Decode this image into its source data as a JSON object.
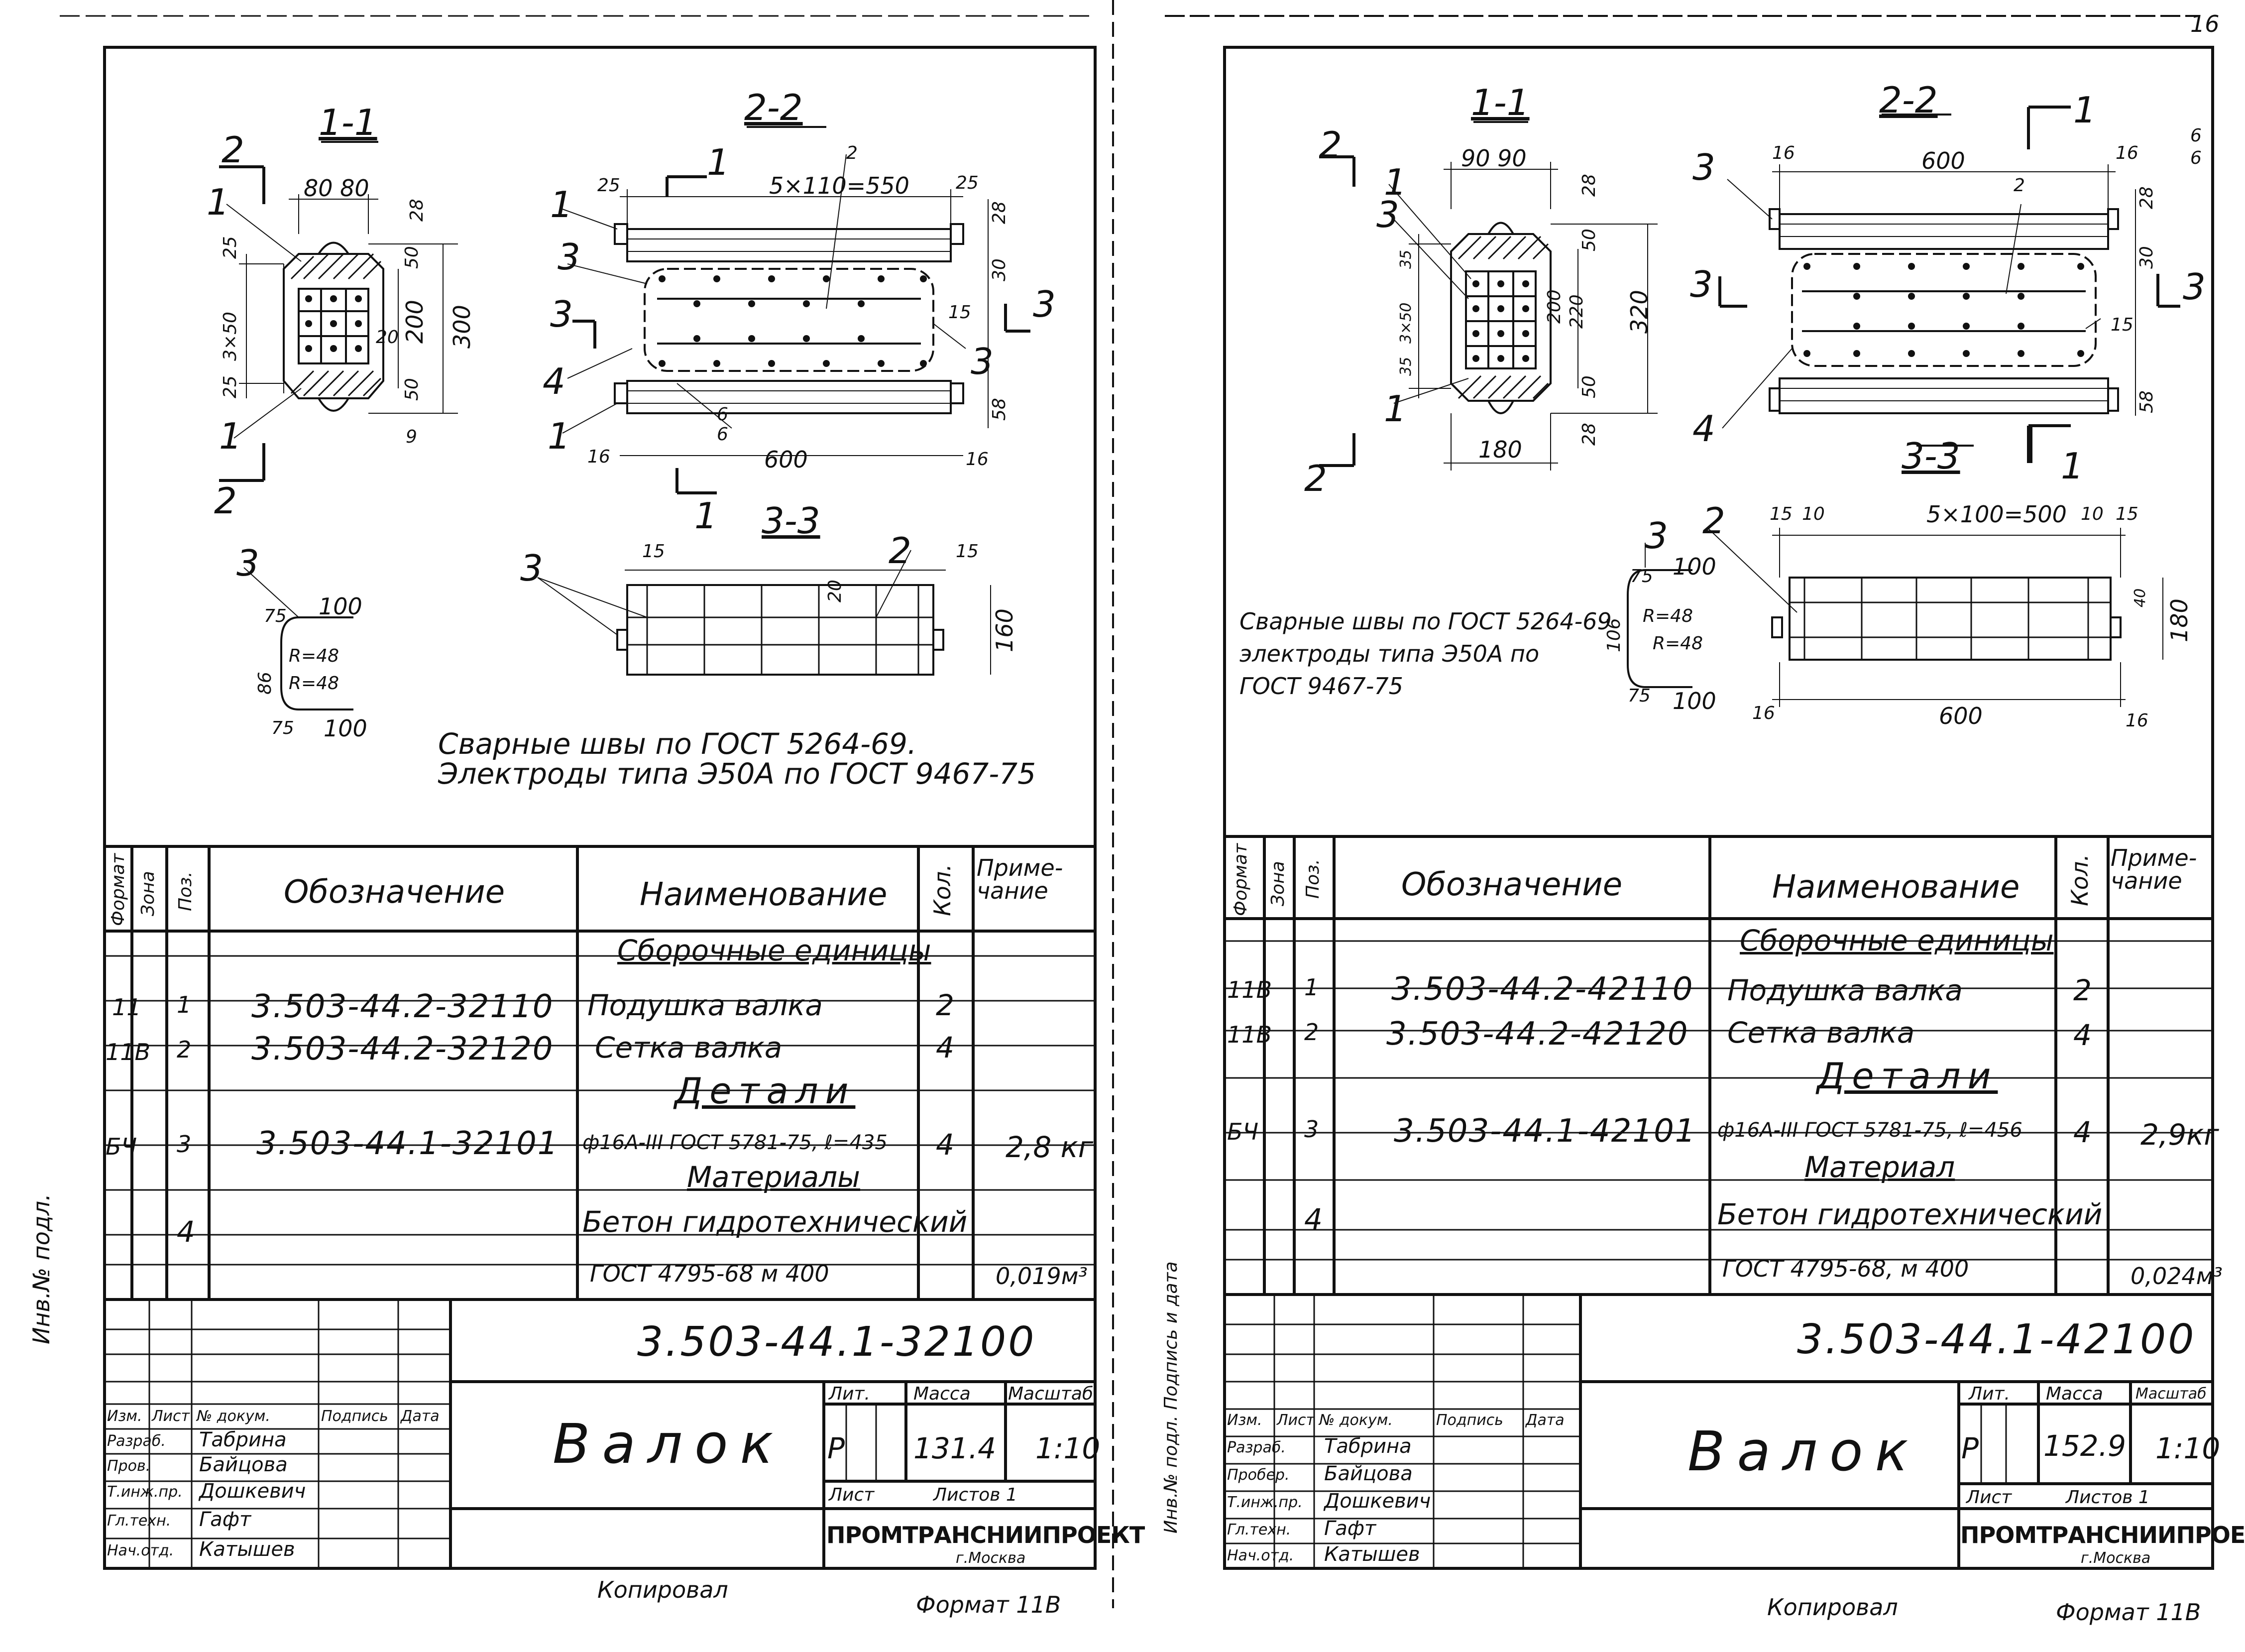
{
  "page_number": "16",
  "sheets": [
    {
      "id": "left",
      "sections": {
        "s11": "1-1",
        "s22": "2-2",
        "s33": "3-3",
        "cut2a": "2",
        "cut2b": "2",
        "cut1a": "1",
        "cut1b": "1",
        "cut3a": "3",
        "cut3b": "3"
      },
      "dims": {
        "d11_top": "80  80",
        "d11_h1": "300",
        "d11_h2": "200",
        "d11_side": "3×50",
        "d11_25a": "25",
        "d11_25b": "25",
        "d11_28": "28",
        "d11_50a": "50",
        "d11_50b": "50",
        "d11_20": "20",
        "d11_9": "9",
        "d22_top": "5×110=550",
        "d22_25a": "25",
        "d22_25b": "25",
        "d22_600": "600",
        "d22_16": "16",
        "d22_15": "15",
        "d22_28": "28",
        "d22_30": "30",
        "d22_58": "58",
        "d22_2": "2",
        "d22_w6a": "6",
        "d22_w6b": "6",
        "d33_15a": "15",
        "d33_15b": "15",
        "d33_20": "20",
        "d33_160": "160",
        "b_100a": "100",
        "b_100b": "100",
        "b_75a": "75",
        "b_75b": "75",
        "b_86": "86",
        "b_R1": "R=48",
        "b_R2": "R=48"
      },
      "pos_marks": {
        "p1a": "1",
        "p1b": "1",
        "p3": "3",
        "p4": "4",
        "p1c": "1",
        "p1d": "1",
        "p3b": "3",
        "p3c": "3",
        "p2": "2"
      },
      "note": [
        "Сварные швы по ГОСТ 5264-69.",
        "Электроды типа Э50А по ГОСТ 9467-75"
      ],
      "spec_headers": {
        "format": "Формат",
        "zone": "Зона",
        "pos": "Поз.",
        "designation": "Обозначение",
        "name": "Наименование",
        "qty": "Кол.",
        "note": "Приме-чание"
      },
      "spec_rows": [
        {
          "format": "",
          "pos": "",
          "designation": "",
          "name": "Сборочные единицы",
          "qty": "",
          "note": "",
          "heading": true
        },
        {
          "format": "11",
          "pos": "1",
          "designation": "3.503-44.2-32110",
          "name": "Подушка валка",
          "qty": "2",
          "note": ""
        },
        {
          "format": "11В",
          "pos": "2",
          "designation": "3.503-44.2-32120",
          "name": "Сетка валка",
          "qty": "4",
          "note": ""
        },
        {
          "format": "",
          "pos": "",
          "designation": "",
          "name": "Детали",
          "qty": "",
          "note": "",
          "heading": true
        },
        {
          "format": "БЧ",
          "pos": "3",
          "designation": "3.503-44.1-32101",
          "name": "ф16А-III ГОСТ 5781-75, ℓ=435",
          "qty": "4",
          "note": "2,8 кг"
        },
        {
          "format": "",
          "pos": "",
          "designation": "",
          "name": "Материалы",
          "qty": "",
          "note": "",
          "heading": true
        },
        {
          "format": "",
          "pos": "4",
          "designation": "",
          "name": "Бетон гидротехнический",
          "qty": "",
          "note": ""
        },
        {
          "format": "",
          "pos": "",
          "designation": "",
          "name": "ГОСТ 4795-68  м 400",
          "qty": "",
          "note": "0,019м³"
        }
      ],
      "title_block": {
        "doc_number": "3.503-44.1-32100",
        "title": "Валок",
        "lit_label": "Лит.",
        "mass_label": "Масса",
        "scale_label": "Масштаб",
        "lit": "Р",
        "mass": "131.4",
        "scale": "1:10",
        "sheet_label": "Лист",
        "sheets_label": "Листов 1",
        "org": "ПРОМТРАНСНИИПРОЕКТ",
        "city": "г.Москва",
        "col_headers": [
          "Изм.",
          "Лист",
          "№ докум.",
          "Подпись",
          "Дата"
        ],
        "people": [
          {
            "role": "Разраб.",
            "name": "Табрина"
          },
          {
            "role": "Пров.",
            "name": "Байцова"
          },
          {
            "role": "Т.инж.пр.",
            "name": "Дошкевич"
          },
          {
            "role": "Гл.техн.",
            "name": "Гафт"
          },
          {
            "role": "Нач.отд.",
            "name": "Катышев"
          }
        ]
      },
      "copied": "Копировал",
      "format": "Формат 11В",
      "side_stamp": "Инв.№ подл."
    },
    {
      "id": "right",
      "sections": {
        "s11": "1-1",
        "s22": "2-2",
        "s33": "3-3",
        "cut2a": "2",
        "cut2b": "2",
        "cut1a": "1",
        "cut1b": "1",
        "cut3a": "3",
        "cut3b": "3"
      },
      "dims": {
        "d11_top": "90  90",
        "d11_320": "320",
        "d11_220": "220",
        "d11_200": "200",
        "d11_180": "180",
        "d11_side": "3×50",
        "d11_35a": "35",
        "d11_35b": "35",
        "d11_28a": "28",
        "d11_28b": "28",
        "d11_50a": "50",
        "d11_50b": "50",
        "d22_600": "600",
        "d22_16a": "16",
        "d22_16b": "16",
        "d22_28": "28",
        "d22_30": "30",
        "d22_58": "58",
        "d22_15": "15",
        "d22_2": "2",
        "d22_w6a": "6",
        "d22_w6b": "6",
        "d33_top": "5×100=500",
        "d33_15a": "15",
        "d33_10a": "10",
        "d33_10b": "10",
        "d33_15b": "15",
        "d33_600": "600",
        "d33_16a": "16",
        "d33_16b": "16",
        "d33_40": "40",
        "d33_180": "180",
        "b_100a": "100",
        "b_100b": "100",
        "b_75a": "75",
        "b_75b": "75",
        "b_106": "106",
        "b_R1": "R=48",
        "b_R2": "R=48"
      },
      "pos_marks": {
        "p1a": "1",
        "p3": "3",
        "p1b": "1",
        "p3b": "3",
        "p4": "4",
        "p2": "2",
        "p3c": "3"
      },
      "note": [
        "Сварные швы по ГОСТ 5264-69",
        "электроды типа  Э50А по",
        "ГОСТ 9467-75"
      ],
      "spec_headers": {
        "format": "Формат",
        "zone": "Зона",
        "pos": "Поз.",
        "designation": "Обозначение",
        "name": "Наименование",
        "qty": "Кол.",
        "note": "Приме-чание"
      },
      "spec_rows": [
        {
          "format": "",
          "pos": "",
          "designation": "",
          "name": "Сборочные единицы",
          "qty": "",
          "note": "",
          "heading": true
        },
        {
          "format": "11В",
          "pos": "1",
          "designation": "3.503-44.2-42110",
          "name": "Подушка валка",
          "qty": "2",
          "note": ""
        },
        {
          "format": "11В",
          "pos": "2",
          "designation": "3.503-44.2-42120",
          "name": "Сетка валка",
          "qty": "4",
          "note": ""
        },
        {
          "format": "",
          "pos": "",
          "designation": "",
          "name": "Детали",
          "qty": "",
          "note": "",
          "heading": true
        },
        {
          "format": "БЧ",
          "pos": "3",
          "designation": "3.503-44.1-42101",
          "name": "ф16А-III ГОСТ 5781-75, ℓ=456",
          "qty": "4",
          "note": "2,9кг"
        },
        {
          "format": "",
          "pos": "",
          "designation": "",
          "name": "Материал",
          "qty": "",
          "note": "",
          "heading": true
        },
        {
          "format": "",
          "pos": "4",
          "designation": "",
          "name": "Бетон гидротехнический",
          "qty": "",
          "note": ""
        },
        {
          "format": "",
          "pos": "",
          "designation": "",
          "name": "ГОСТ 4795-68, м 400",
          "qty": "",
          "note": "0,024м³"
        }
      ],
      "title_block": {
        "doc_number": "3.503-44.1-42100",
        "title": "Валок",
        "lit_label": "Лит.",
        "mass_label": "Масса",
        "scale_label": "Масштаб",
        "lit": "Р",
        "mass": "152.9",
        "scale": "1:10",
        "sheet_label": "Лист",
        "sheets_label": "Листов 1",
        "org": "ПРОМТРАНСНИИПРОЕКТ",
        "city": "г.Москва",
        "col_headers": [
          "Изм.",
          "Лист",
          "№ докум.",
          "Подпись",
          "Дата"
        ],
        "people": [
          {
            "role": "Разраб.",
            "name": "Табрина"
          },
          {
            "role": "Пробер.",
            "name": "Байцова"
          },
          {
            "role": "Т.инж.пр.",
            "name": "Дошкевич"
          },
          {
            "role": "Гл.техн.",
            "name": "Гафт"
          },
          {
            "role": "Нач.отд.",
            "name": "Катышев"
          }
        ]
      },
      "copied": "Копировал",
      "format": "Формат 11В",
      "side_stamp": "Инв.№ подл.   Подпись и дата"
    }
  ]
}
